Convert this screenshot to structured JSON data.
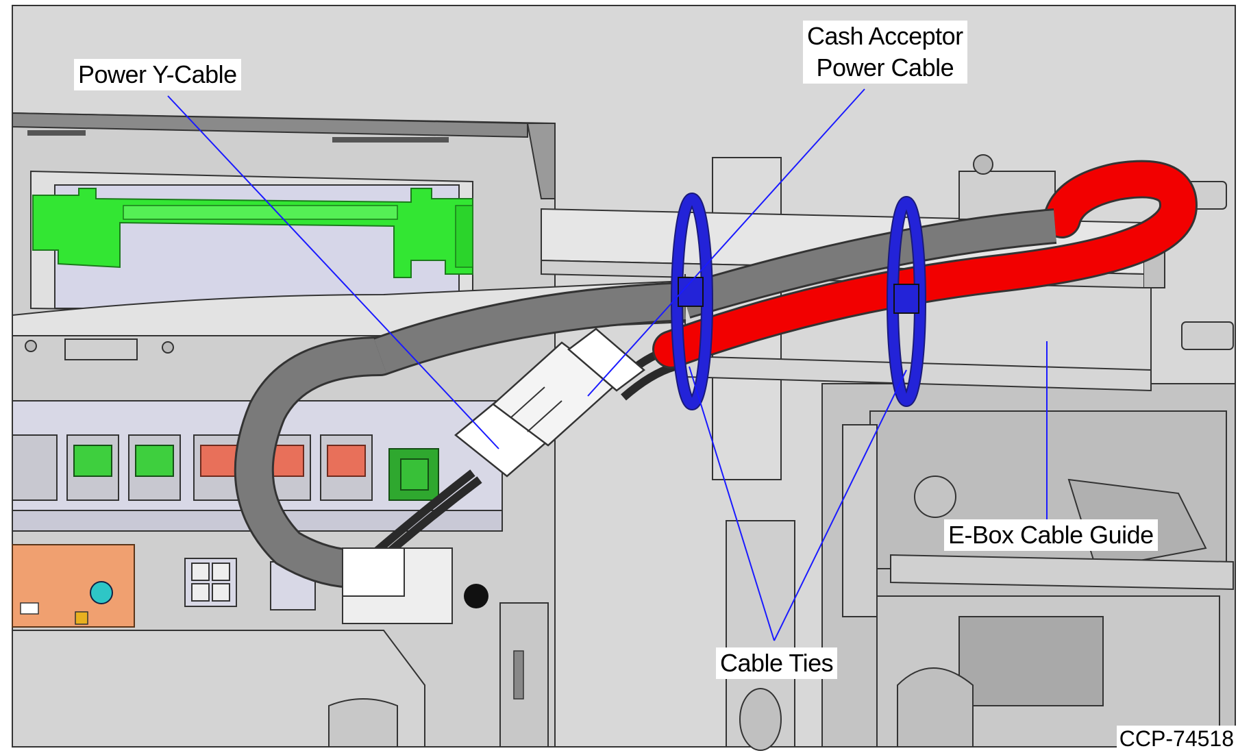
{
  "callouts": {
    "power_y_cable": "Power Y-Cable",
    "cash_acceptor_line1": "Cash Acceptor",
    "cash_acceptor_line2": "Power Cable",
    "ebox_cable_guide": "E-Box Cable Guide",
    "cable_ties": "Cable Ties"
  },
  "figure_id": "CCP-74518",
  "colors": {
    "leader_line": "#1a1aff",
    "cable_tie": "#2323d8",
    "red_cable": "#f20000",
    "gray_cable": "#7a7a7a",
    "green_part": "#33e633",
    "orange_part": "#f0a070",
    "salmon_connector": "#e8705a",
    "panel": "#d9d9d9"
  }
}
